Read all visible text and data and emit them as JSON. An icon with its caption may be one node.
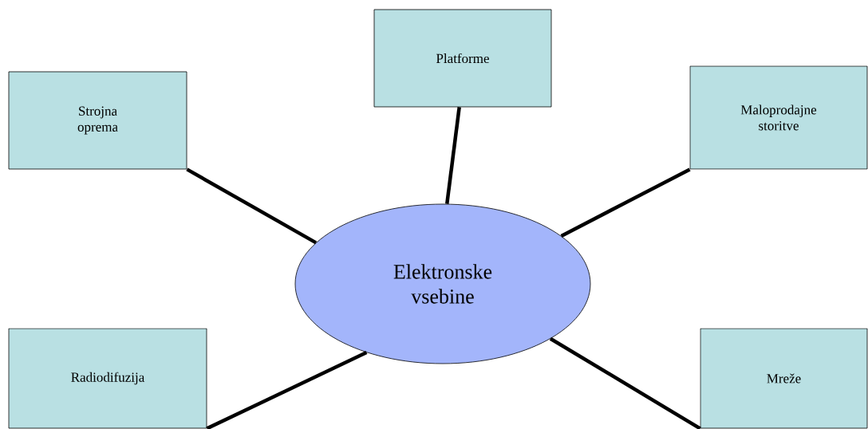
{
  "diagram": {
    "nodes": [
      {
        "text": [
          "Platforme"
        ]
      },
      {
        "text": [
          "Strojna oprema"
        ]
      },
      {
        "text": [
          "Maloprodajne storitve"
        ]
      },
      {
        "text": [
          "Elektronske vsebine"
        ]
      },
      {
        "text": [
          "Radiodifuzija"
        ]
      },
      {
        "text": [
          "Mreže"
        ]
      }
    ],
    "edges": [
      {
        "from": 3,
        "to": 0,
        "arrow": "none"
      },
      {
        "from": 3,
        "to": 1,
        "arrow": "none"
      },
      {
        "from": 3,
        "to": 2,
        "arrow": "none"
      },
      {
        "from": 3,
        "to": 4,
        "arrow": "none"
      },
      {
        "from": 3,
        "to": 5,
        "arrow": "none"
      }
    ]
  }
}
